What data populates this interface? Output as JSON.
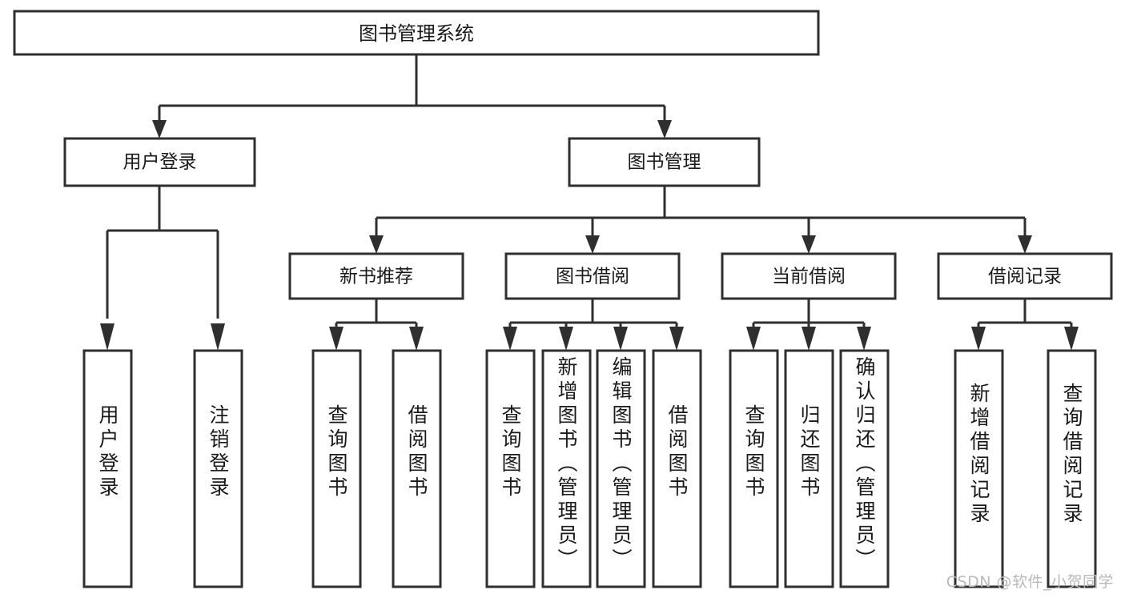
{
  "diagram": {
    "type": "tree-hierarchy",
    "title": "图书管理系统",
    "watermark": "CSDN @软件_小贺同学",
    "colors": {
      "stroke": "#2f2f2f",
      "fill": "#ffffff",
      "text": "#1a1a1a",
      "watermark": "#b9b9b9"
    },
    "root": {
      "label": "图书管理系统"
    },
    "level2": [
      {
        "label": "用户登录"
      },
      {
        "label": "图书管理"
      }
    ],
    "level3": [
      {
        "label": "新书推荐"
      },
      {
        "label": "图书借阅"
      },
      {
        "label": "当前借阅"
      },
      {
        "label": "借阅记录"
      }
    ],
    "leaves": {
      "user_login": [
        {
          "label": "用户登录"
        },
        {
          "label": "注销登录"
        }
      ],
      "new_book_recommend": [
        {
          "label": "查询图书"
        },
        {
          "label": "借阅图书"
        }
      ],
      "book_borrow": [
        {
          "label": "查询图书"
        },
        {
          "label": "新增图书（管理员）"
        },
        {
          "label": "编辑图书（管理员）"
        },
        {
          "label": "借阅图书"
        }
      ],
      "current_borrow": [
        {
          "label": "查询图书"
        },
        {
          "label": "归还图书"
        },
        {
          "label": "确认归还（管理员）"
        }
      ],
      "borrow_record": [
        {
          "label": "新增借阅记录"
        },
        {
          "label": "查询借阅记录"
        }
      ]
    }
  }
}
